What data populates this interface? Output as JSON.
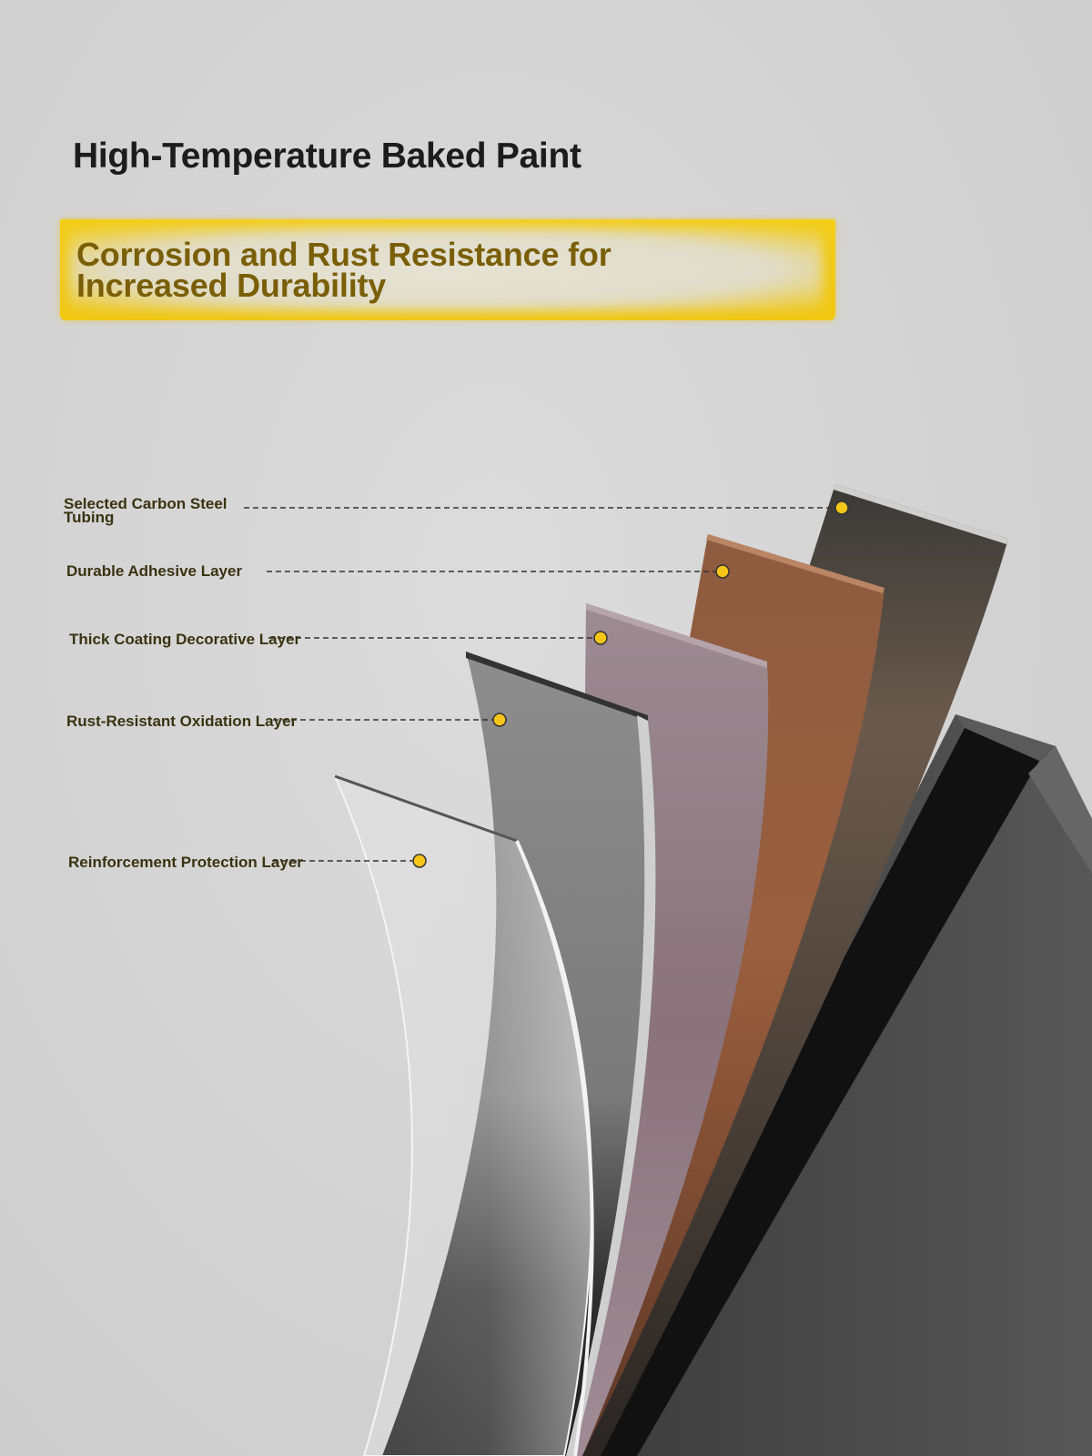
{
  "heading": {
    "title": "High-Temperature Baked Paint",
    "subtitle": "Corrosion and Rust Resistance for Increased Durability"
  },
  "layers": [
    {
      "label_line1": "Selected Carbon Steel",
      "label_line2": "Tubing",
      "color": "#3a3a3a"
    },
    {
      "label": "Durable Adhesive Layer",
      "color": "#8a5538"
    },
    {
      "label": "Thick Coating Decorative Layer",
      "color": "#8d7a82"
    },
    {
      "label": "Rust-Resistant Oxidation Layer",
      "color": "#6f6f6f"
    },
    {
      "label": "Reinforcement Protection Layer",
      "color": "#cfcfcf"
    }
  ],
  "colors": {
    "accent": "#f0c712",
    "marker": "#f5c518",
    "subtitle_text": "#7a5f08"
  }
}
